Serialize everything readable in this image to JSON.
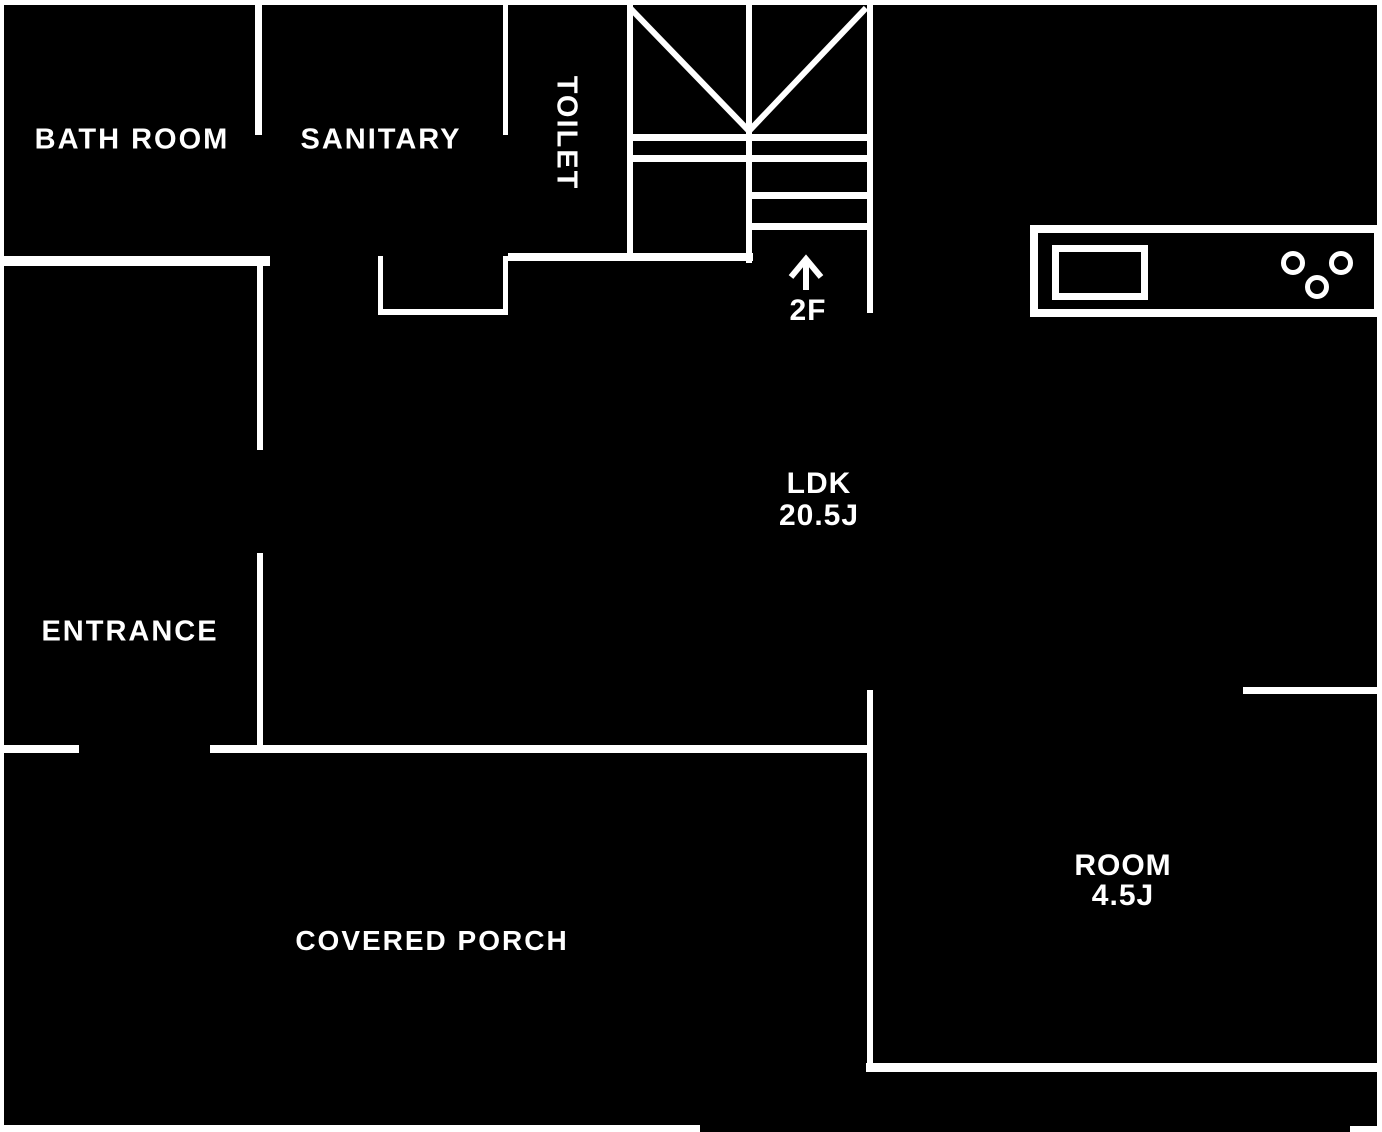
{
  "canvas": {
    "background_color": "#000000",
    "line_color": "#ffffff",
    "type": "floor-plan"
  },
  "rooms": {
    "bath_room": {
      "label": "BATH ROOM"
    },
    "sanitary": {
      "label": "SANITARY"
    },
    "toilet": {
      "label": "TOILET"
    },
    "entrance": {
      "label": "ENTRANCE"
    },
    "ldk": {
      "label": "LDK",
      "size": "20.5J"
    },
    "room": {
      "label": "ROOM",
      "size": "4.5J"
    },
    "covered_porch": {
      "label": "COVERED PORCH"
    }
  },
  "stairs": {
    "direction_label": "2F"
  }
}
